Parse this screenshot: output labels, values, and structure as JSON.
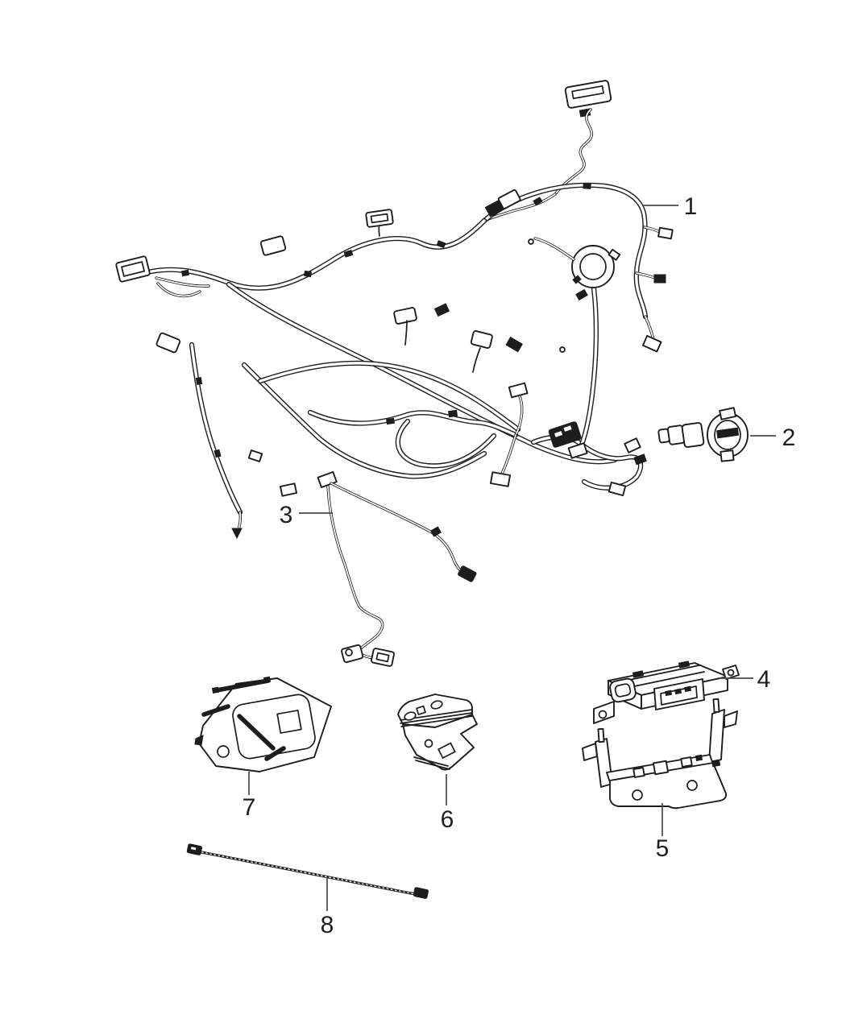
{
  "diagram": {
    "background_color": "#ffffff",
    "ink_color": "#1d1d1d",
    "leader_color": "#4a4a4a",
    "callouts": [
      {
        "label": "1"
      },
      {
        "label": "2"
      },
      {
        "label": "3"
      },
      {
        "label": "4"
      },
      {
        "label": "5"
      },
      {
        "label": "6"
      },
      {
        "label": "7"
      },
      {
        "label": "8"
      }
    ]
  }
}
